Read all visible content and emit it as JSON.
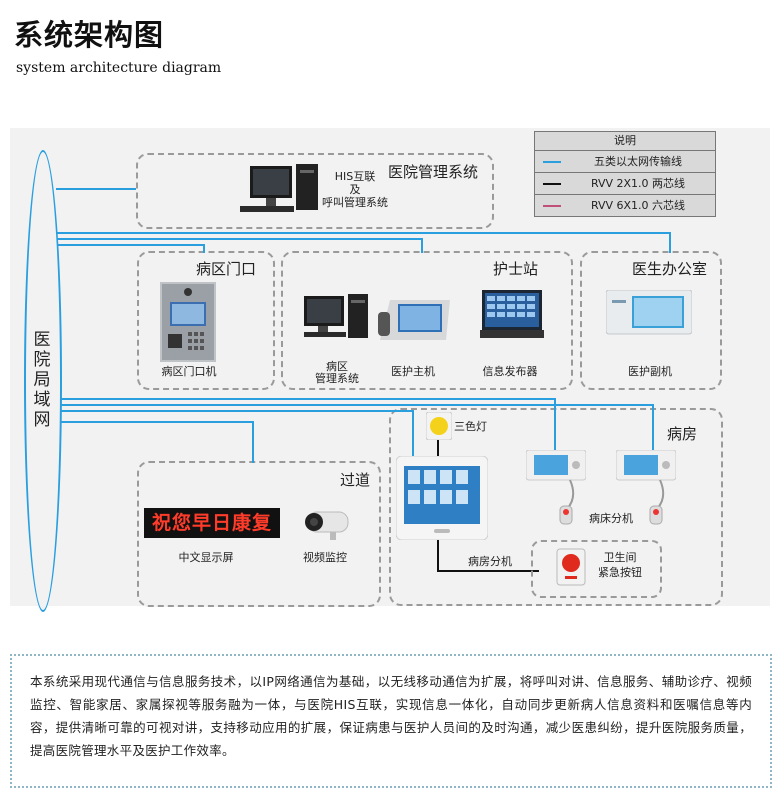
{
  "header": {
    "title": "系统架构图",
    "subtitle": "system architecture diagram"
  },
  "lan": {
    "label_chars": [
      "医",
      "院",
      "局",
      "域",
      "网"
    ]
  },
  "legend": {
    "title": "说明",
    "items": [
      {
        "color": "#2a9fe0",
        "label": "五类以太网传输线"
      },
      {
        "color": "#111111",
        "label": "RVV 2X1.0 两芯线"
      },
      {
        "color": "#c0507a",
        "label": "RVV 6X1.0 六芯线"
      }
    ]
  },
  "sections": {
    "his": {
      "title": "医院管理系统",
      "device_line1": "HIS互联",
      "device_line2": "及",
      "device_line3": "呼叫管理系统"
    },
    "ward_door": {
      "title": "病区门口",
      "device": "病区门口机"
    },
    "nurse": {
      "title": "护士站",
      "dev1_line1": "病区",
      "dev1_line2": "管理系统",
      "dev2": "医护主机",
      "dev3": "信息发布器"
    },
    "doctor": {
      "title": "医生办公室",
      "device": "医护副机"
    },
    "corridor": {
      "title": "过道",
      "led_text": "祝您早日康复",
      "dev1": "中文显示屏",
      "dev2": "视频监控"
    },
    "room": {
      "title": "病房",
      "lamp": "三色灯",
      "terminal": "病房分机",
      "bed": "病床分机",
      "toilet1": "卫生间",
      "toilet2": "紧急按钮"
    }
  },
  "description": "本系统采用现代通信与信息服务技术，以IP网络通信为基础，以无线移动通信为扩展，将呼叫对讲、信息服务、辅助诊疗、视频监控、智能家居、家属探视等服务融为一体，与医院HIS互联，实现信息一体化，自动同步更新病人信息资料和医嘱信息等内容，提供清晰可靠的可视对讲，支持移动应用的扩展，保证病患与医护人员间的及时沟通，减少医患纠纷，提升医院服务质量，提高医院管理水平及医护工作效率。"
}
